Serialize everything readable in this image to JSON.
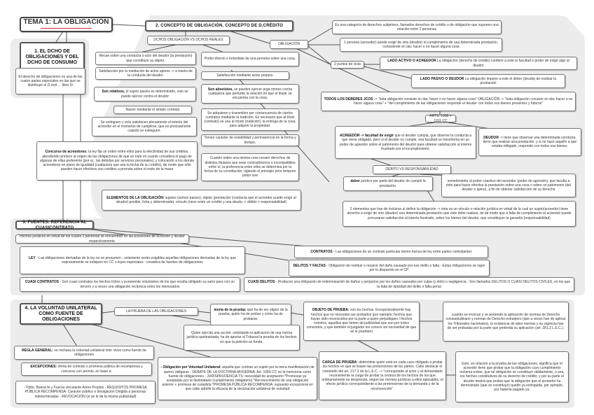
{
  "title": {
    "text": "TEMA 1: LA OBLIGACIÓN",
    "subtitle": "· ··· ····· ·· ····· ·· ······ ·· ···"
  },
  "boxes": {
    "sec1": {
      "b": "1. EL DCHO DE OBLIGACIONES Y DEL DCHO DE CONSUMO",
      "t": ""
    },
    "sec1text": {
      "b": "",
      "t": "El derecho de obligaciones es una de las cuatro partes especiales en las que se distribuye el D.civil → libro IV"
    },
    "sec2": {
      "b": "2. CONCEPTO DE OBLIGACIÓN. CONCEPTO DE D.CRÉDITO",
      "t": ""
    },
    "vs": {
      "b": "",
      "t": "DCHOS OBLIGACIÓN VS DCHOS REALES"
    },
    "l1": {
      "b": "",
      "t": "Recae sobre una conducta o acto del deudor (la prestación) que constituye su objeto."
    },
    "l2": {
      "b": "",
      "t": "Satisfacción por la mediación de actos ajenos -> a través de la conducta del deudor."
    },
    "l3": {
      "b": "Son relativos,",
      "t": "el sujeto pasivo es determinado, solo se puede ejercer contra el deudor"
    },
    "l4": {
      "b": "",
      "t": "Nacen mediante el simple contrato"
    },
    "l5": {
      "b": "",
      "t": "Se extinguen y solo satisfacen plenamente el interés del acreedor en el momento de cumplirse, que es precisamente cuando se extinguen."
    },
    "r1": {
      "b": "",
      "t": "Poder directo e inmediato de una persona sobre una cosa."
    },
    "r2": {
      "b": "",
      "t": "Satisfacción mediante actos propios."
    },
    "r3": {
      "b": "Son absolutos,",
      "t": "se pueden ejercer erga omnes contra cualquiera que perturbe la relación en que el titular se encuentra con la cosa."
    },
    "r4": {
      "b": "",
      "t": "Se adquieren y transmiten por consecuencia de ciertos contratos mediante la tradición. Es necesario que al título (contrato) se una al modo (tradición), la entrega de la cosa, para adquirir la propiedad."
    },
    "r5": {
      "b": "",
      "t": "Tienen carácter de estabilidad y permanencia en la forma y tiempo."
    },
    "r6": {
      "b": "",
      "t": "Cuando sobre una misma cosa recaen derechos de distintos titulares que sean contradictorios o incompatibles entre sí, la preferencia entre ellos se determina por la fecha de su constitución, rigiendo el principio prior tempore potior iure"
    },
    "concurso": {
      "b": "Concurso de acreedores:",
      "t": "la ley fija un orden entre ellos para la efectividad de sus créditos, atendiendo primero al origen de las obligaciones de que se trate en cuanto considera el pago de algunas de ellas preferente (por ej., las debidas por servicios personales), y colocando a los demás acreedores en plano de igualdad (cualquiera que sea la fecha de su crédito), de modo que sólo pueden hacer efectivos sus créditos a prorrata sobre el resto de la masa"
    },
    "elementos": {
      "b": "ELEMENTOS DE LA OBLIGACIÓN:",
      "t": "sujetos (activo/ pasivo), objeto (prestación (conducta que el acreedor puede exigir al deudor) posible, lícita y determinada), vínculo (nexo entre un crédito y una deuda -> débito + responsabilidad)"
    },
    "obligacion": {
      "b": "",
      "t": "OBLIGACIÓN"
    },
    "categoria": {
      "b": "",
      "t": "Es una categoría de derechos subjetivos, llamados derechos de crédito o de obligación que suponen una relación entre 2 personas"
    },
    "persona": {
      "b": "",
      "t": "1 persona (acreedor) puede exigir de otra (deudor) el cumplimiento de una determinada prestación, consistente en dar, hacer o no hacer alguna cosa"
    },
    "puntos": {
      "b": "",
      "t": "2 puntos de vista"
    },
    "activo": {
      "b": "LADO ACTIVO O ACREEDOR",
      "t": "La obligación (derecho de crédito) confiere a este la facultad o poder de exigir algo al deudor"
    },
    "pasivo": {
      "b": "LADO PASIVO O DEUDOR",
      "t": "La obligación impone a este el deber (deuda) de realizar la prestación"
    },
    "deberes": {
      "b": "TODOS LOS DEBERES JCOS",
      "t": "-> \"toda obligación consiste en dar, hacer o no hacer alguna cosa\" OBLIGACIÓN -> \"toda obligación consiste en dar, hacer o no hacer alguna cosa\" + \"del cumplimiento de las obligaciones responde el deudor con todos sus bienes presentes y futuros\""
    },
    "arts": {
      "b": "",
      "t": "ARTS. 1088 + 1911 CC"
    },
    "acreedor": {
      "b": "ACREEDOR -> facultad de exigir",
      "t": "que el deudor cumpla, que observe la conducta a que viene obligado, pero si el deudor no cumple, esa facultad se transforma en un poder de agresión sobre el patrimonio del deudor para obtener satisfacción al interés frustrado por el incumplimiento."
    },
    "deudor": {
      "b": "DEUDOR",
      "t": "-> tiene que observar una determinada conducta, tiene que realizar una prestación, y si no hace aquello a que estaba obligado, responde con todos sus bienes."
    },
    "debito": {
      "b": "",
      "t": "DÉBITO VS RESPONSABILIDAD"
    },
    "deber": {
      "b": "deber",
      "t": "jurídico por parte del deudor de cumplir la prestación."
    },
    "sometimiento": {
      "b": "",
      "t": "sometimiento al poder coactivo del acreedor (poder de agresión), que faculta a éste para hacer efectiva la prestación sobre una cosa o sobre un patrimonio (del deudor o ajeno), a fin de obtener satisfacción de su derecho"
    },
    "dosel": {
      "b": "",
      "t": "2 elementos que han de incluirse al definir la obligación -> ésta es un vínculo o relación jurídica en virtud de la cual un sujeto(acreedor) tiene derecho a exigir de otro (deudor) una determinada prestación que éste debe realizar, de tal modo que a falta de cumplimiento el acreedor puede procurarse satisfacción al interés frustrado, sobre los bienes del deudor, que constituyen la garantía (responsabilidad)"
    },
    "sec3": {
      "b": "3. FUENTES. REFERENCIA AL CUASICONTRATO",
      "t": ""
    },
    "hechos": {
      "b": "",
      "t": "Hechos jurídicos en virtud de los cuales 2 personas se encuentran en las posiciones de acreedor y deudor respectivamente."
    },
    "contratos": {
      "b": "CONTRATOS",
      "t": "- Las obligaciones de un contrato particular tienen fuerza de ley entre partes contratantes"
    },
    "ley": {
      "b": "LEY",
      "t": "- Las obligaciones derivadas de la ley no se presumen - solamente serán exigibles aquellas obligaciones derivadas de la ley que expresamente se indiquen en CC o leyes especiales - creadora de fuentes de obligaciones"
    },
    "delitos": {
      "b": "DELITOS Y FALTAS",
      "t": "- Obligación de restituir o resarcir del daño causado por ese delito o falta - Estas obligaciones se rigen por lo dispuesto en el CP"
    },
    "cuasicontratos": {
      "b": "CUASI CONTRATOS",
      "t": "- Son cuasi contratos los hechos lícitos y puramente voluntarios de los que resulta obligado su autor para con un tercero y a veces una obligación recíproca entre los interesados"
    },
    "cuasidelitos": {
      "b": "CUASI DELITOS",
      "t": "- Producen una obligación de indemnización de daños y perjuicios por los daños causados por culpa (y dolo) o negligencia - Son llamados DELITOS O CUASI DELITOS CIVILES, en los que la falta de tipicidad del delito o falta penal"
    },
    "sec4": {
      "b": "4. LA VOLUNTAD UNILATERAL COMO FUENTE DE OBLIGACIONES",
      "t": ""
    },
    "prueba": {
      "b": "",
      "t": "LA PRUEBA DE LAS OBLIGACIONES"
    },
    "teoria": {
      "b": "teoría de la prueba:",
      "t": "qué ha de ser objeto de la prueba, quién ha de probar y cómo ha de probarse."
    },
    "objeto": {
      "b": "OBJETO DE PRUEBA:",
      "t": "son los hechos. Excepcionalmente hay hechos que no necesitan ser probados (por ejemplo: hechos que hayan sido reconocidos por la parte a quien perjudiquen / hechos notorios, aquellos que tienen tal publicidad que son por todos conocidos, y que también el juzgador los conoce sin necesidad de que se le prueben)"
    },
    "invocan": {
      "b": "",
      "t": "cuando se invocan y se pretende la aplicación de normas de Derecho consuetudinario y normas de Derecho extranjero (que a veces han de aplicar los Tribunales nacionales), la existencia de tales normas y su vigencia han de ser probadas por la parte que pretenda su aplicación (art. 281.2 L.E.C.)."
    },
    "quien": {
      "b": "",
      "t": "Quien ejercita una acción, solicitando la aplicación de una norma jurídica quebrantada, ha de aportar al Tribunal la prueba de los hechos en que la petición se funda."
    },
    "regla": {
      "b": "REGLA GENERAL:",
      "t": "se rechaza la voluntad unilateral inter vivos como fuente de obligaciones"
    },
    "excepciones": {
      "b": "EXCEPCIONES:",
      "t": "oferta de contrato o promesa pública de recompensa y concurso con premio, en base a:"
    },
    "pptio": {
      "b": "",
      "t": "- Pptio. Buena fe y Fuerza vinculante Actos Propios - REQUISITOS PROMESA PÚBLICA RECOMPENSA: Carácter público o divulgación Dirigida a personas indeterminadas - REVOCACIÓN (si se le da la misma publicidad)"
    },
    "voluntad": {
      "b": "- Obligación por Voluntad Unilateral:",
      "t": "aquella que contrae un sujeto por la mera manifestación de querer obligarse - DEBATE DE LA DOCTRINA MODERNA: Art. 1089 CC no la menciona como fuente de obligaciones - JURISPRUDENCIA TS: necesidad de aceptación *Promesas ya aceptadas por el destinatario (cumplimiento obligatorio) *Reconocimiento de una obligación anterior + promesa de cumplirla *PROMESA PÚBLICA RECOMPENSA: supuesto excepcional en que cabe admitir la eficacia de la declaración unilateral de voluntad"
    },
    "carga": {
      "b": "CARGA DE PRUEBA:",
      "t": "determinar quién está en cada caso obligado a probar los hechos en que se basen las pretensiones de las partes. Cabe destacar el contenido del art. 217.2 de la L.E.C. -> \"corresponde al actor y al demandado reconviniente la carga de probar la certeza de los hechos de los que ordinariamente se desprenda, según las normas jurídicas a ellos aplicables, el efecto jurídico correspondiente a las pretensiones de la demanda y de la reconvención\"."
    },
    "esto": {
      "b": "",
      "t": "Esto, en relación a la prueba de las obligaciones, significa que el acreedor tiene que probar que la obligación cuyo cumplimiento reclama existe, que tal obligación se constituyó válidamente, o sea, los hechos constitutivos de su derecho de crédito; y por su parte el deudor tendrá que probar que la obligación que el acreedor ha demostrado (que se constituyó) quedó ya extinguida, por ejemplo, por haberla pagado ya."
    }
  }
}
